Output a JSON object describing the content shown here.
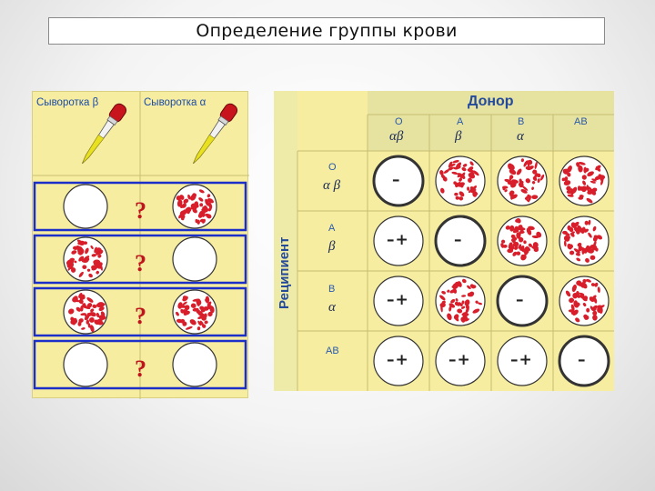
{
  "title": "Определение группы крови",
  "left_panel": {
    "serum_labels": [
      "Сыворотка β",
      "Сыворотка α"
    ],
    "unknown_mark": "?",
    "rows": [
      {
        "serum_beta": "clear",
        "serum_alpha": "agglutinated"
      },
      {
        "serum_beta": "agglutinated",
        "serum_alpha": "clear"
      },
      {
        "serum_beta": "agglutinated",
        "serum_alpha": "agglutinated"
      },
      {
        "serum_beta": "clear",
        "serum_alpha": "clear"
      }
    ]
  },
  "table": {
    "donor_title": "Донор",
    "recipient_title": "Реципиент",
    "donor_groups": [
      {
        "group": "O",
        "agglutinogen": "αβ"
      },
      {
        "group": "A",
        "agglutinogen": "β"
      },
      {
        "group": "B",
        "agglutinogen": "α"
      },
      {
        "group": "AB",
        "agglutinogen": ""
      }
    ],
    "recipient_groups": [
      {
        "group": "O",
        "agglutinin": "α β"
      },
      {
        "group": "A",
        "agglutinin": "β"
      },
      {
        "group": "B",
        "agglutinin": "α"
      },
      {
        "group": "AB",
        "agglutinin": ""
      }
    ],
    "cells": [
      [
        {
          "state": "clear",
          "symbol": "–"
        },
        {
          "state": "agglutinated",
          "symbol": ""
        },
        {
          "state": "agglutinated",
          "symbol": ""
        },
        {
          "state": "agglutinated",
          "symbol": ""
        }
      ],
      [
        {
          "state": "clear",
          "symbol": "–+"
        },
        {
          "state": "clear",
          "symbol": "–"
        },
        {
          "state": "agglutinated",
          "symbol": ""
        },
        {
          "state": "agglutinated",
          "symbol": ""
        }
      ],
      [
        {
          "state": "clear",
          "symbol": "–+"
        },
        {
          "state": "agglutinated",
          "symbol": ""
        },
        {
          "state": "clear",
          "symbol": "–"
        },
        {
          "state": "agglutinated",
          "symbol": ""
        }
      ],
      [
        {
          "state": "clear",
          "symbol": "–+"
        },
        {
          "state": "clear",
          "symbol": "–+"
        },
        {
          "state": "clear",
          "symbol": "–+"
        },
        {
          "state": "clear",
          "symbol": "–"
        }
      ]
    ]
  },
  "colors": {
    "blob": "#d81e2a",
    "frame": "#1c2fc8",
    "panel": "#f6eda0",
    "accent_text": "#234a9c"
  }
}
